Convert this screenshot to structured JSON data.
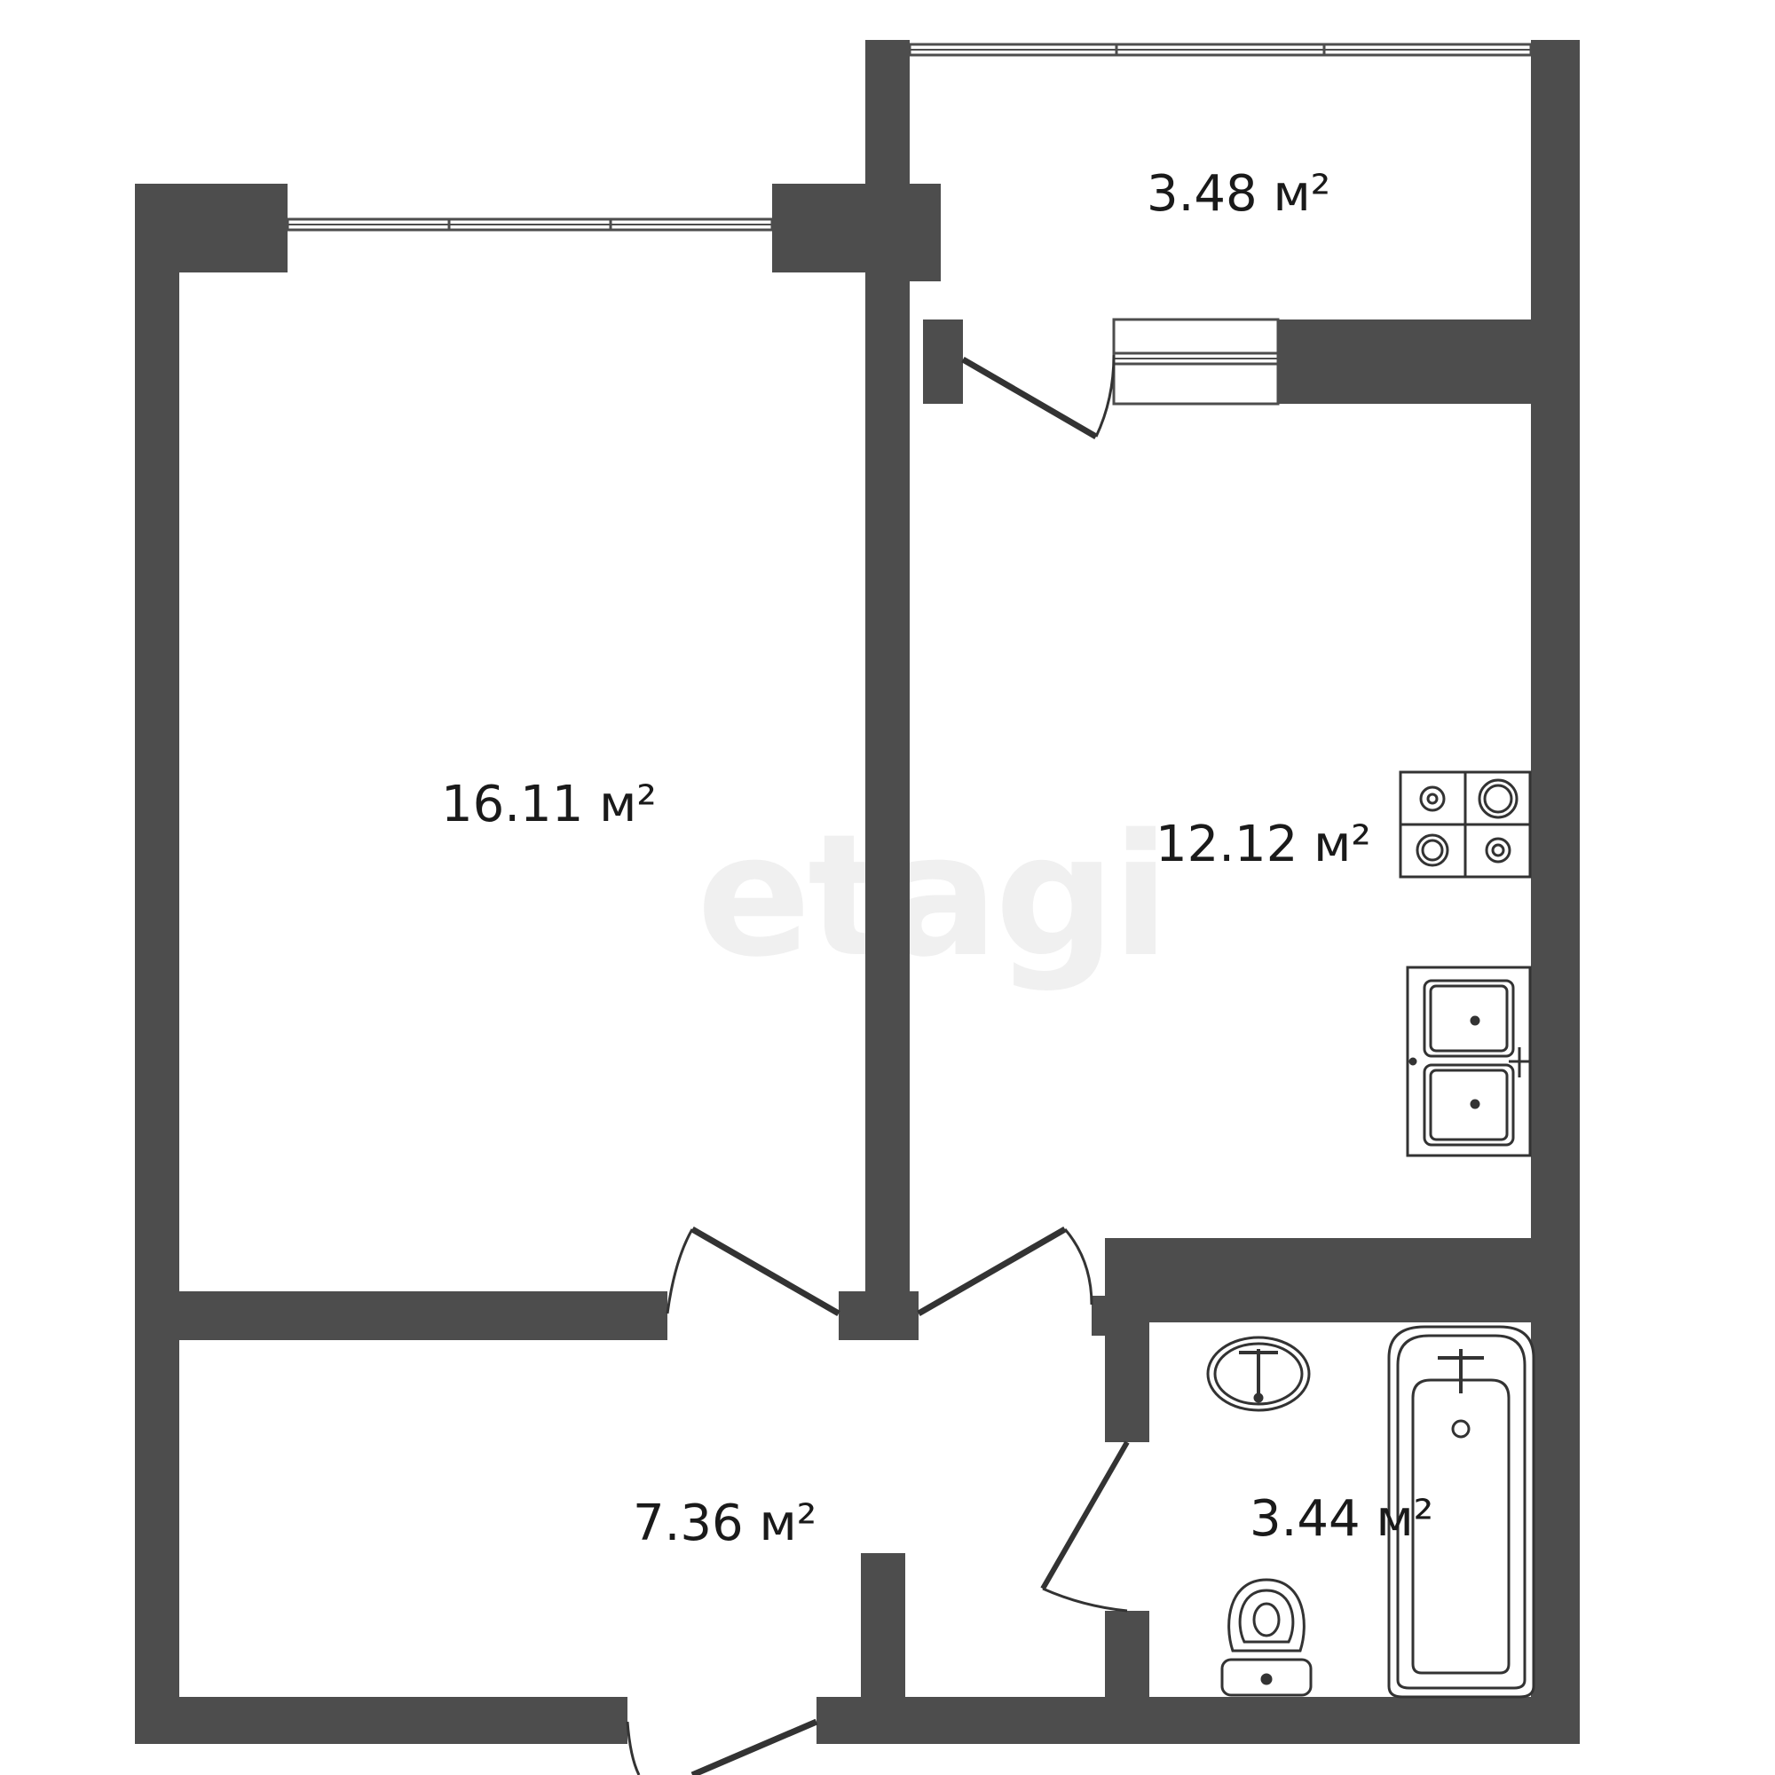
{
  "watermark": "etagi",
  "rooms": [
    {
      "id": "balcony",
      "area": "3.48 м²"
    },
    {
      "id": "living-room",
      "area": "16.11 м²"
    },
    {
      "id": "kitchen",
      "area": "12.12 м²"
    },
    {
      "id": "hallway",
      "area": "7.36 м²"
    },
    {
      "id": "bathroom",
      "area": "3.44 м²"
    }
  ],
  "colors": {
    "wall": "#4d4d4d",
    "fixture": "#333333",
    "background": "#ffffff"
  },
  "icons": [
    "window-icon",
    "door-swing-icon",
    "stove-icon",
    "kitchen-sink-icon",
    "washbasin-icon",
    "bathtub-icon",
    "toilet-icon"
  ]
}
